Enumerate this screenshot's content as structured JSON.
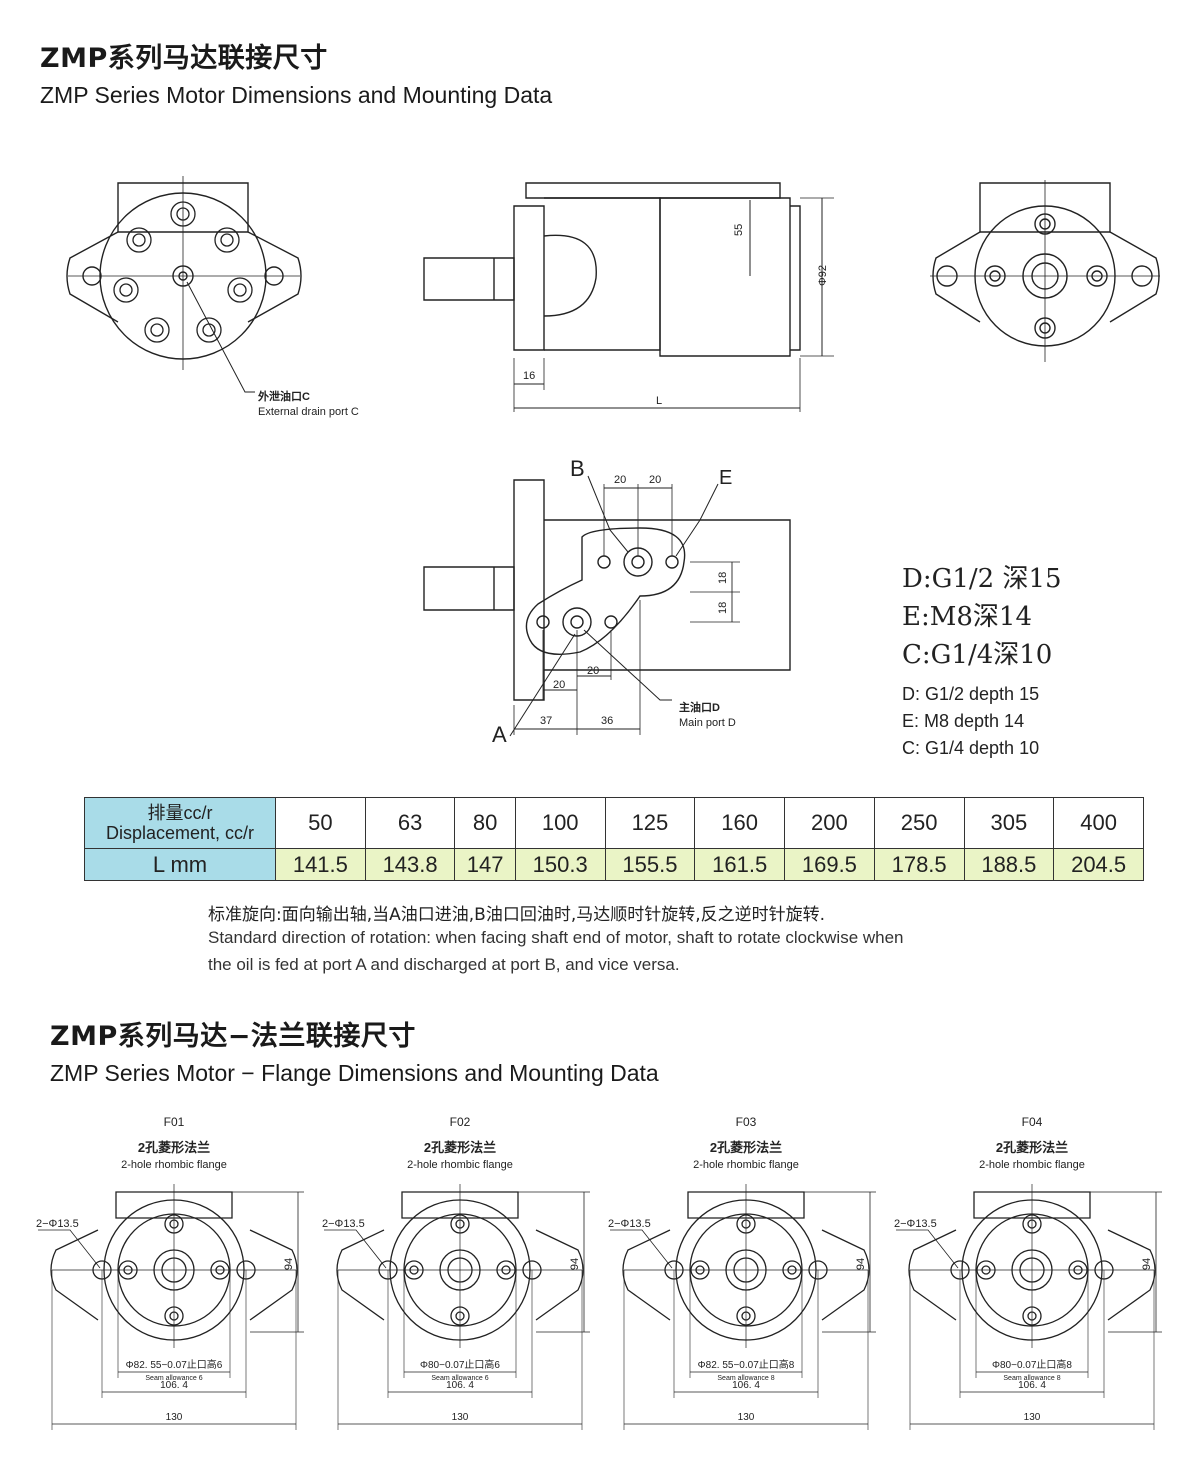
{
  "header": {
    "title_cn": "ZMP系列马达联接尺寸",
    "title_en": "ZMP Series Motor Dimensions and Mounting Data"
  },
  "top_drawings": {
    "drain_port_cn": "外泄油口C",
    "drain_port_en": "External drain port C",
    "dim_55": "55",
    "dim_92": "Φ92",
    "dim_16": "16",
    "dim_L": "L"
  },
  "port_drawing": {
    "label_B": "B",
    "label_E": "E",
    "label_A": "A",
    "dim_20a": "20",
    "dim_20b": "20",
    "dim_18a": "18",
    "dim_18b": "18",
    "dim_20c": "20",
    "dim_20d": "20",
    "dim_37": "37",
    "dim_36": "36",
    "main_port_cn": "主油口D",
    "main_port_en": "Main port D"
  },
  "port_specs": {
    "cn": [
      "D:G1/2 深15",
      "E:M8深14",
      "C:G1/4深10"
    ],
    "en": [
      "D: G1/2 depth 15",
      "E: M8 depth 14",
      "C: G1/4 depth 10"
    ]
  },
  "table": {
    "header_cn": "排量cc/r",
    "header_en": "Displacement, cc/r",
    "row2_label": "L mm",
    "displacements": [
      "50",
      "63",
      "80",
      "100",
      "125",
      "160",
      "200",
      "250",
      "305",
      "400"
    ],
    "lengths": [
      "141.5",
      "143.8",
      "147",
      "150.3",
      "155.5",
      "161.5",
      "169.5",
      "178.5",
      "188.5",
      "204.5"
    ]
  },
  "rotation_note": {
    "cn": "标准旋向:面向输出轴,当A油口进油,B油口回油时,马达顺时针旋转,反之逆时针旋转.",
    "en_line1": "Standard direction of rotation: when facing shaft end of motor, shaft to rotate clockwise when",
    "en_line2": "the oil is fed at port A and discharged at port B, and vice versa."
  },
  "flange_section": {
    "title_cn": "ZMP系列马达−法兰联接尺寸",
    "title_en": "ZMP Series Motor − Flange Dimensions and Mounting Data"
  },
  "flanges": [
    {
      "code": "F01",
      "type_cn": "2孔菱形法兰",
      "type_en": "2-hole rhombic flange",
      "hole": "2−Φ13.5",
      "height": "94",
      "pilot": "Φ82. 55−0.07止口高6",
      "seam": "Seam allowance 6",
      "width1": "106. 4",
      "width2": "130"
    },
    {
      "code": "F02",
      "type_cn": "2孔菱形法兰",
      "type_en": "2-hole rhombic flange",
      "hole": "2−Φ13.5",
      "height": "94",
      "pilot": "Φ80−0.07止口高6",
      "seam": "Seam allowance 6",
      "width1": "106. 4",
      "width2": "130"
    },
    {
      "code": "F03",
      "type_cn": "2孔菱形法兰",
      "type_en": "2-hole rhombic flange",
      "hole": "2−Φ13.5",
      "height": "94",
      "pilot": "Φ82. 55−0.07止口高8",
      "seam": "Seam allowance 8",
      "width1": "106. 4",
      "width2": "130"
    },
    {
      "code": "F04",
      "type_cn": "2孔菱形法兰",
      "type_en": "2-hole rhombic flange",
      "hole": "2−Φ13.5",
      "height": "94",
      "pilot": "Φ80−0.07止口高8",
      "seam": "Seam allowance 8",
      "width1": "106. 4",
      "width2": "130"
    }
  ]
}
